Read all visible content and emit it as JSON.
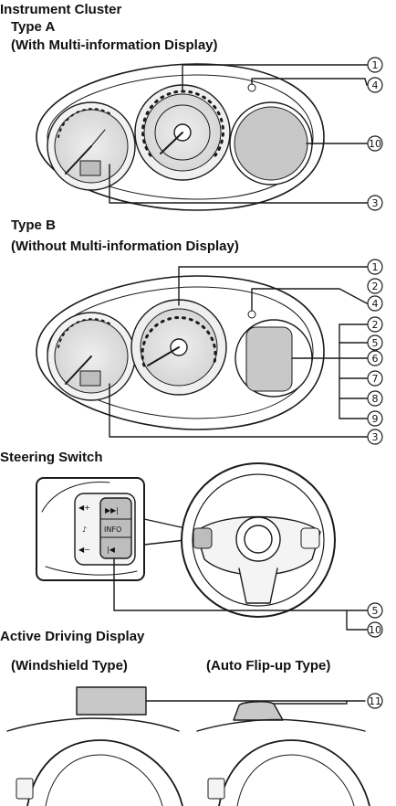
{
  "headings": {
    "instrument_cluster": "Instrument Cluster",
    "type_a": "Type A",
    "type_a_sub": "(With Multi-information Display)",
    "type_b": "Type B",
    "type_b_sub": "(Without Multi-information Display)",
    "steering_switch": "Steering Switch",
    "active_driving_display": "Active Driving Display",
    "windshield_type": "(Windshield Type)",
    "auto_flip_up_type": "(Auto Flip-up Type)"
  },
  "callouts": {
    "type_a": [
      "1",
      "4",
      "10",
      "3"
    ],
    "type_b_right": [
      "1",
      "2",
      "4",
      "2",
      "5",
      "6",
      "7",
      "8",
      "9",
      "3"
    ],
    "steering": [
      "5",
      "10"
    ],
    "active": [
      "11"
    ]
  },
  "switch_labels": {
    "vol_up": "◀+",
    "next": "▶▶|",
    "voice": "♪",
    "info": "INFO",
    "vol_down": "◀−",
    "prev": "|◀"
  },
  "colors": {
    "line": "#1a1a1a",
    "panel": "#c8c8c8",
    "white": "#ffffff"
  }
}
